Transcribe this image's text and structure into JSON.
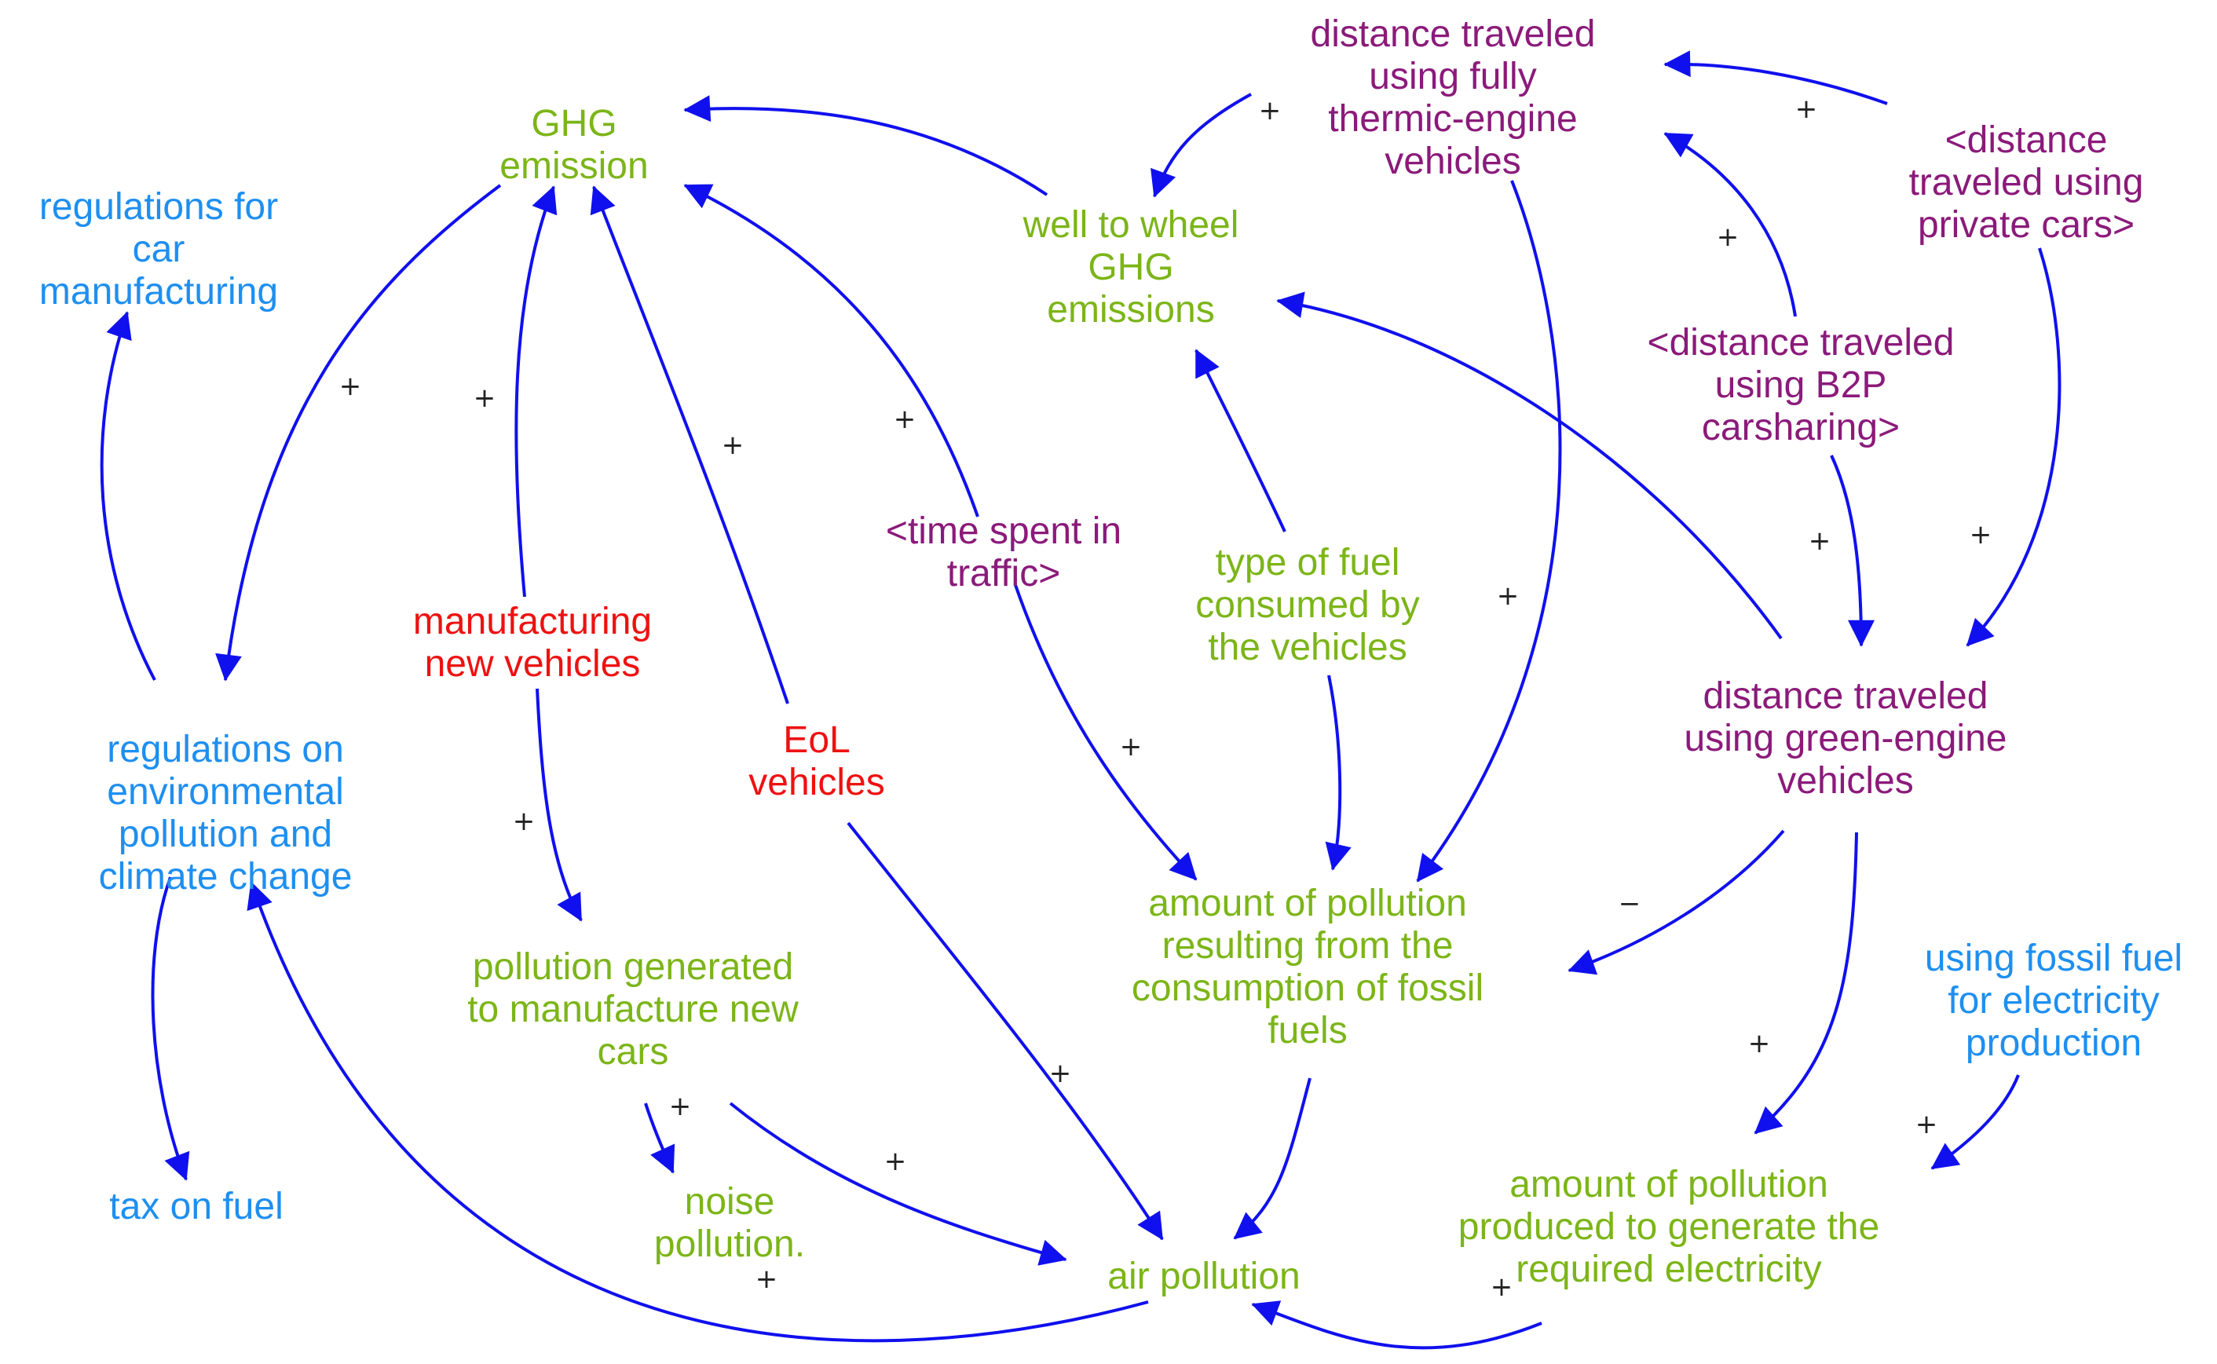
{
  "colors": {
    "green": "#7cb518",
    "blue": "#1e8ff0",
    "purple": "#8b1a7a",
    "red": "#ee1111",
    "arrow": "#1010ee"
  },
  "nodes": {
    "ghg_emission": {
      "lines": [
        "GHG",
        "emission"
      ],
      "color": "green"
    },
    "regulations_car_manufacturing": {
      "lines": [
        "regulations for",
        "car",
        "manufacturing"
      ],
      "color": "blue"
    },
    "well_to_wheel": {
      "lines": [
        "well to wheel",
        "GHG",
        "emissions"
      ],
      "color": "green"
    },
    "distance_fully_thermic": {
      "lines": [
        "distance traveled",
        "using fully",
        "thermic-engine",
        "vehicles"
      ],
      "color": "purple"
    },
    "distance_private_cars": {
      "lines": [
        "<distance",
        "traveled using",
        "private cars>"
      ],
      "color": "purple"
    },
    "distance_b2p": {
      "lines": [
        "<distance traveled",
        "using B2P",
        "carsharing>"
      ],
      "color": "purple"
    },
    "time_in_traffic": {
      "lines": [
        "<time spent in",
        "traffic>"
      ],
      "color": "purple"
    },
    "type_of_fuel": {
      "lines": [
        "type of fuel",
        "consumed by",
        "the vehicles"
      ],
      "color": "green"
    },
    "manufacturing_new_vehicles": {
      "lines": [
        "manufacturing",
        "new vehicles"
      ],
      "color": "red"
    },
    "regulations_environmental": {
      "lines": [
        "regulations on",
        "environmental",
        "pollution and",
        "climate change"
      ],
      "color": "blue"
    },
    "eol_vehicles": {
      "lines": [
        "EoL",
        "vehicles"
      ],
      "color": "red"
    },
    "distance_green_engine": {
      "lines": [
        "distance traveled",
        "using green-engine",
        "vehicles"
      ],
      "color": "purple"
    },
    "pollution_fossil_fuels": {
      "lines": [
        "amount of pollution",
        "resulting from the",
        "consumption of fossil",
        "fuels"
      ],
      "color": "green"
    },
    "pollution_manufacture": {
      "lines": [
        "pollution generated",
        "to manufacture new",
        "cars"
      ],
      "color": "green"
    },
    "fossil_fuel_electricity": {
      "lines": [
        "using fossil fuel",
        "for electricity",
        "production"
      ],
      "color": "blue"
    },
    "tax_on_fuel": {
      "lines": [
        "tax on fuel"
      ],
      "color": "blue"
    },
    "noise_pollution": {
      "lines": [
        "noise",
        "pollution."
      ],
      "color": "green"
    },
    "air_pollution": {
      "lines": [
        "air pollution"
      ],
      "color": "green"
    },
    "pollution_electricity": {
      "lines": [
        "amount of pollution",
        "produced to generate the",
        "required electricity"
      ],
      "color": "green"
    }
  },
  "links": [
    {
      "from": "well_to_wheel",
      "to": "ghg_emission",
      "sign": ""
    },
    {
      "from": "distance_fully_thermic",
      "to": "well_to_wheel",
      "sign": "+"
    },
    {
      "from": "distance_private_cars",
      "to": "distance_fully_thermic",
      "sign": "+"
    },
    {
      "from": "distance_b2p",
      "to": "distance_fully_thermic",
      "sign": "+"
    },
    {
      "from": "distance_fully_thermic",
      "to": "pollution_fossil_fuels",
      "sign": "+"
    },
    {
      "from": "distance_b2p",
      "to": "distance_green_engine",
      "sign": "+"
    },
    {
      "from": "distance_private_cars",
      "to": "distance_green_engine",
      "sign": "+"
    },
    {
      "from": "distance_green_engine",
      "to": "well_to_wheel",
      "sign": ""
    },
    {
      "from": "distance_green_engine",
      "to": "pollution_fossil_fuels",
      "sign": "−"
    },
    {
      "from": "distance_green_engine",
      "to": "pollution_electricity",
      "sign": "+"
    },
    {
      "from": "fossil_fuel_electricity",
      "to": "pollution_electricity",
      "sign": "+"
    },
    {
      "from": "pollution_electricity",
      "to": "air_pollution",
      "sign": "+"
    },
    {
      "from": "type_of_fuel",
      "to": "well_to_wheel",
      "sign": ""
    },
    {
      "from": "type_of_fuel",
      "to": "pollution_fossil_fuels",
      "sign": ""
    },
    {
      "from": "time_in_traffic",
      "to": "ghg_emission",
      "sign": "+"
    },
    {
      "from": "time_in_traffic",
      "to": "pollution_fossil_fuels",
      "sign": "+"
    },
    {
      "from": "pollution_fossil_fuels",
      "to": "air_pollution",
      "sign": ""
    },
    {
      "from": "eol_vehicles",
      "to": "ghg_emission",
      "sign": "+"
    },
    {
      "from": "eol_vehicles",
      "to": "air_pollution",
      "sign": "+"
    },
    {
      "from": "manufacturing_new_vehicles",
      "to": "ghg_emission",
      "sign": "+"
    },
    {
      "from": "manufacturing_new_vehicles",
      "to": "pollution_manufacture",
      "sign": "+"
    },
    {
      "from": "pollution_manufacture",
      "to": "noise_pollution",
      "sign": "+"
    },
    {
      "from": "pollution_manufacture",
      "to": "air_pollution",
      "sign": "+"
    },
    {
      "from": "ghg_emission",
      "to": "regulations_environmental",
      "sign": "+"
    },
    {
      "from": "air_pollution",
      "to": "regulations_environmental",
      "sign": "+"
    },
    {
      "from": "regulations_environmental",
      "to": "regulations_car_manufacturing",
      "sign": ""
    },
    {
      "from": "regulations_environmental",
      "to": "tax_on_fuel",
      "sign": ""
    }
  ]
}
